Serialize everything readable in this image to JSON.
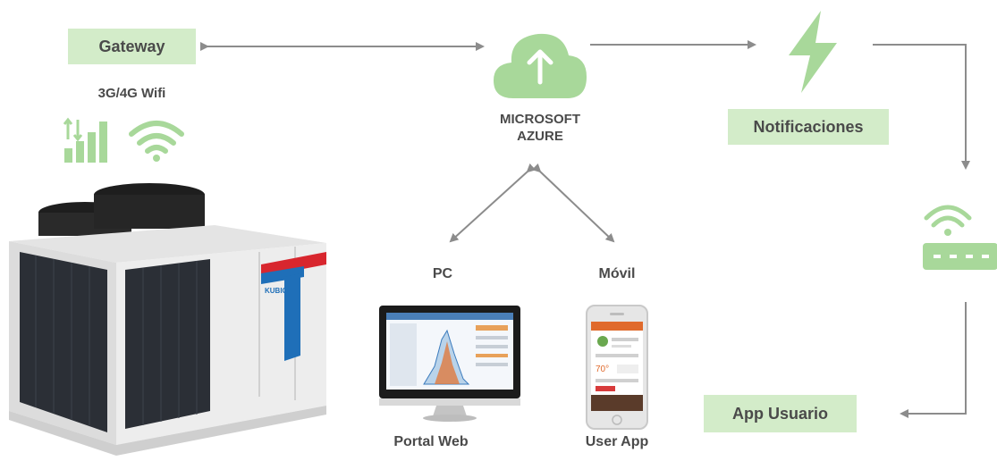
{
  "gateway": {
    "label": "Gateway",
    "connectivity": "3G/4G Wifi"
  },
  "cloud": {
    "line1": "MICROSOFT",
    "line2": "AZURE"
  },
  "notifications": {
    "label": "Notificaciones"
  },
  "pc": {
    "title": "PC",
    "caption": "Portal Web"
  },
  "mobile": {
    "title": "Móvil",
    "caption": "User App"
  },
  "user_app": {
    "label": "App Usuario"
  },
  "unit": {
    "brand": "KUBIC"
  },
  "colors": {
    "accent_green": "#a8d89a",
    "tag_bg": "#d3ecc9",
    "arrow": "#8c8c8c",
    "text": "#4a4a4a",
    "brand_blue": "#1f6fb8",
    "brand_red": "#d8262e"
  }
}
